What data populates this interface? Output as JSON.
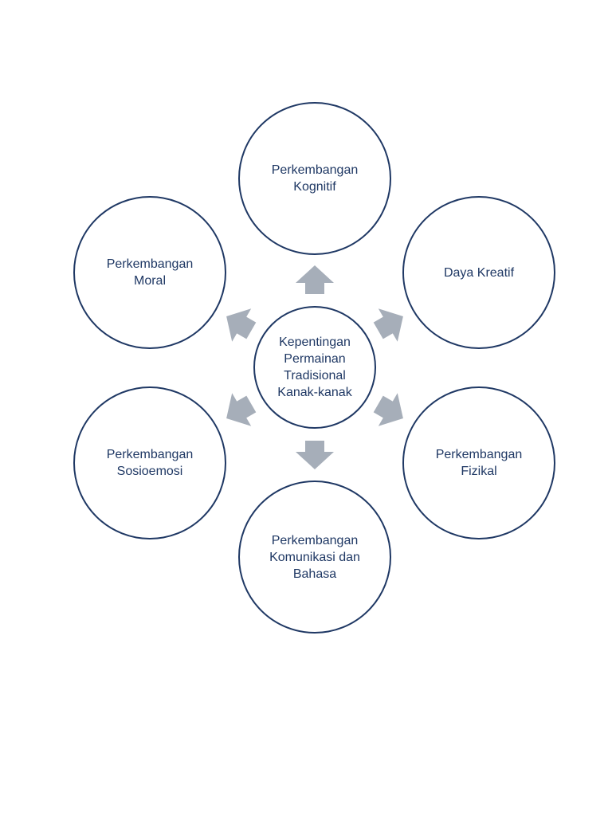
{
  "diagram": {
    "center": "Kepentingan\nPermainan\nTradisional\nKanak-kanak",
    "nodes": {
      "kognitif": "Perkembangan\nKognitif",
      "kreatif": "Daya Kreatif",
      "fizikal": "Perkembangan\nFizikal",
      "komunikasi": "Perkembangan\nKomunikasi dan\nBahasa",
      "sosioemosi": "Perkembangan\nSosioemosi",
      "moral": "Perkembangan\nMoral"
    },
    "colors": {
      "circle_border": "#1f3864",
      "text": "#1f3864",
      "arrow": "#a6aeb9"
    }
  }
}
